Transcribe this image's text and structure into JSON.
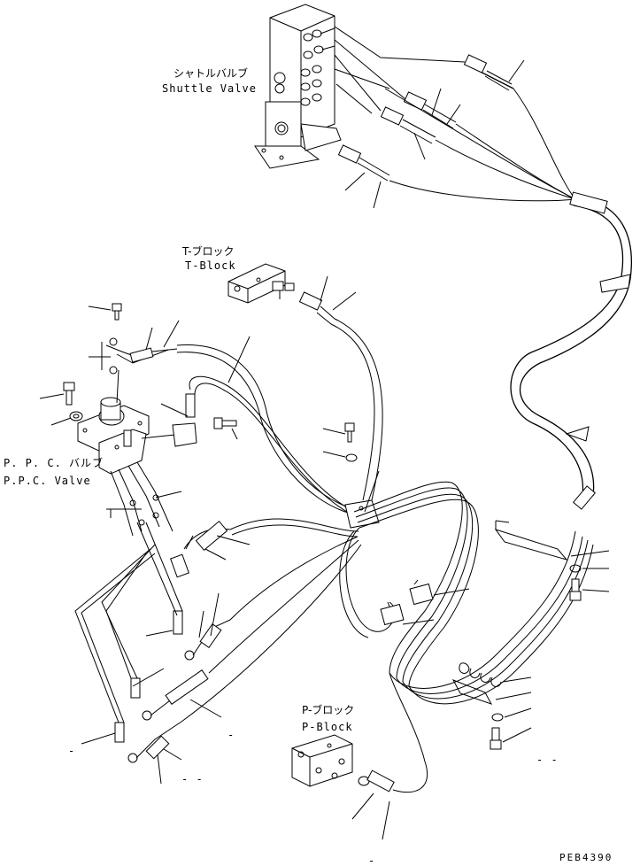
{
  "labels": {
    "shuttle_valve_jp": "シャトルバルブ",
    "shuttle_valve_en": "Shuttle Valve",
    "t_block_jp": "T-ブロック",
    "t_block_en": "T-Block",
    "ppc_valve_jp": "P. P. C. バルブ",
    "ppc_valve_en": "P.P.C. Valve",
    "p_block_jp": "P-ブロック",
    "p_block_en": "P-Block",
    "drawing_code": "PEB4390"
  },
  "marks": {
    "dash_a": "-",
    "dash_b": "-",
    "dash_c": "- -",
    "dash_d": "- -",
    "dash_e": "-"
  }
}
